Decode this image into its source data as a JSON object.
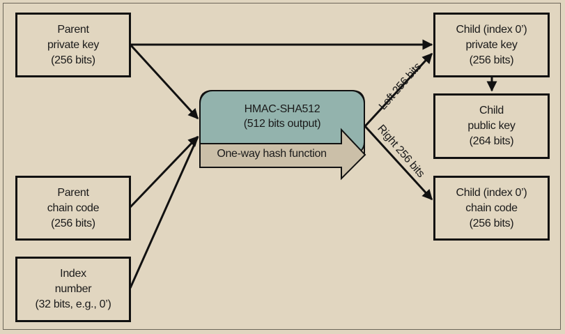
{
  "diagram": {
    "title": "HD wallet child private key derivation",
    "inputs": {
      "parent_private_key": [
        "Parent",
        "private key",
        "(256 bits)"
      ],
      "parent_chain_code": [
        "Parent",
        "chain code",
        "(256 bits)"
      ],
      "index_number": [
        "Index",
        "number",
        "(32 bits, e.g., 0’)"
      ]
    },
    "hmac": {
      "title": "HMAC-SHA512",
      "subtitle": "(512 bits output)",
      "arrow_label": "One-way hash function"
    },
    "outputs": {
      "child_private_key": [
        "Child (index 0’)",
        "private key",
        "(256 bits)"
      ],
      "child_public_key": [
        "Child",
        "public key",
        "(264 bits)"
      ],
      "child_chain_code": [
        "Child (index 0’)",
        "chain code",
        "(256 bits)"
      ]
    },
    "edge_labels": {
      "left": "Left 256 bits",
      "right": "Right 256 bits"
    },
    "colors": {
      "background": "#e1d6c0",
      "hmac_fill": "#93b3ad",
      "arrow_fill": "#cbbfa8",
      "stroke": "#111111"
    }
  }
}
